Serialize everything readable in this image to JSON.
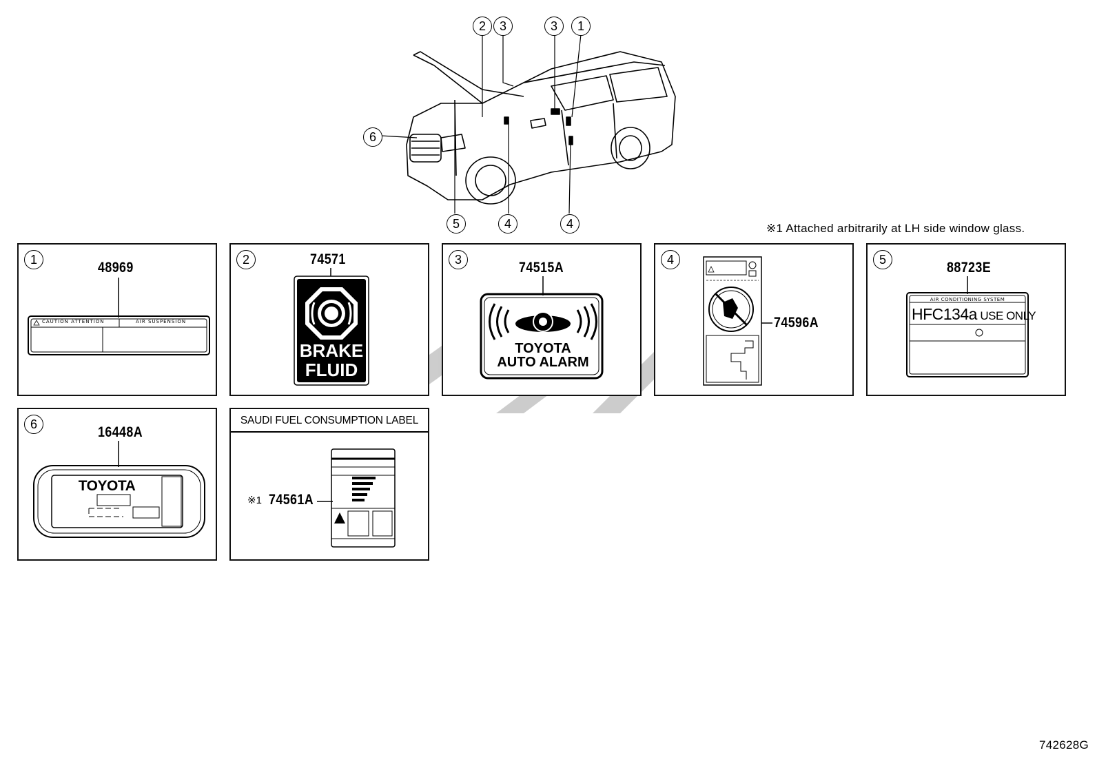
{
  "vehicle_callouts": [
    "2",
    "3",
    "3",
    "1",
    "6",
    "5",
    "4",
    "4"
  ],
  "footnote": "※1  Attached arbitrarily at LH side window glass.",
  "panels": {
    "p1": {
      "num": "1",
      "part": "48969",
      "label_left": "CAUTION  ATTENTION",
      "label_right": "AIR  SUSPENSION"
    },
    "p2": {
      "num": "2",
      "part": "74571",
      "line1": "BRAKE",
      "line2": "FLUID"
    },
    "p3": {
      "num": "3",
      "part": "74515A",
      "line1": "TOYOTA",
      "line2": "AUTO ALARM"
    },
    "p4": {
      "num": "4",
      "part": "74596A"
    },
    "p5": {
      "num": "5",
      "part": "88723E",
      "header": "AIR CONDITIONING SYSTEM",
      "main": "HFC134a",
      "suffix": "USE ONLY"
    },
    "p6": {
      "num": "6",
      "part": "16448A",
      "brand": "TOYOTA"
    },
    "p7": {
      "title": "SAUDI FUEL CONSUMPTION LABEL",
      "mark": "※1",
      "part": "74561A"
    }
  },
  "drawing_code": "742628G",
  "colors": {
    "line": "#000000",
    "watermark": "#c8c8c8"
  }
}
